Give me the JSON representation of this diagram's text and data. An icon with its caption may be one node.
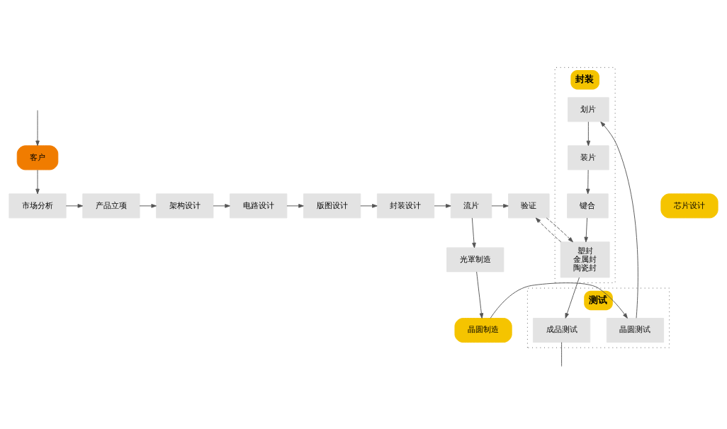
{
  "diagram": {
    "nodes": [
      {
        "text": [
          "客户"
        ]
      },
      {
        "text": [
          "芯片设计"
        ]
      },
      {
        "text": [
          "市场分析"
        ]
      },
      {
        "text": [
          "产品立项"
        ]
      },
      {
        "text": [
          "架构设计"
        ]
      },
      {
        "text": [
          "电路设计"
        ]
      },
      {
        "text": [
          "版图设计"
        ]
      },
      {
        "text": [
          "封装设计"
        ]
      },
      {
        "text": [
          "流片"
        ]
      },
      {
        "text": [
          "验证"
        ]
      },
      {
        "text": [
          "测试"
        ]
      },
      {
        "text": [
          "封装"
        ]
      },
      {
        "text": [
          "光罩制造"
        ]
      },
      {
        "text": [
          "成品测试"
        ],
        "in": 10
      },
      {
        "text": [
          "塑封",
          "金属封",
          "陶瓷封"
        ],
        "in": 11
      },
      {
        "text": [
          "键合"
        ],
        "in": 11
      },
      {
        "text": [
          "装片"
        ],
        "in": 11
      },
      {
        "text": [
          "晶圆制造"
        ]
      },
      {
        "text": [
          "晶圆测试"
        ],
        "in": 10
      },
      {
        "text": [
          "划片"
        ],
        "in": 11
      }
    ],
    "edges": [
      {
        "from": null,
        "to": 0,
        "arrow": "to"
      },
      {
        "from": 0,
        "to": 2,
        "arrow": "to"
      },
      {
        "from": 2,
        "to": 3,
        "arrow": "to"
      },
      {
        "from": 3,
        "to": 4,
        "arrow": "to"
      },
      {
        "from": 4,
        "to": 5,
        "arrow": "to"
      },
      {
        "from": 5,
        "to": 6,
        "arrow": "to"
      },
      {
        "from": 6,
        "to": 7,
        "arrow": "to"
      },
      {
        "from": 7,
        "to": 8,
        "arrow": "to"
      },
      {
        "from": 8,
        "to": 9,
        "arrow": "to"
      },
      {
        "from": 8,
        "to": 12,
        "arrow": "to"
      },
      {
        "from": 12,
        "to": 17,
        "arrow": "to"
      },
      {
        "from": 17,
        "to": 18,
        "arrow": "to"
      },
      {
        "from": 18,
        "to": 19,
        "arrow": "to"
      },
      {
        "from": 19,
        "to": 16,
        "arrow": "to"
      },
      {
        "from": 16,
        "to": 15,
        "arrow": "to"
      },
      {
        "from": 15,
        "to": 14,
        "arrow": "to"
      },
      {
        "from": 14,
        "to": 13,
        "arrow": "to"
      },
      {
        "from": 14,
        "to": 9,
        "arrow": "to",
        "style": "dashed"
      },
      {
        "from": 9,
        "to": 14,
        "arrow": "to",
        "style": "dashed"
      },
      {
        "from": 13,
        "to": null,
        "arrow": "none"
      }
    ]
  }
}
